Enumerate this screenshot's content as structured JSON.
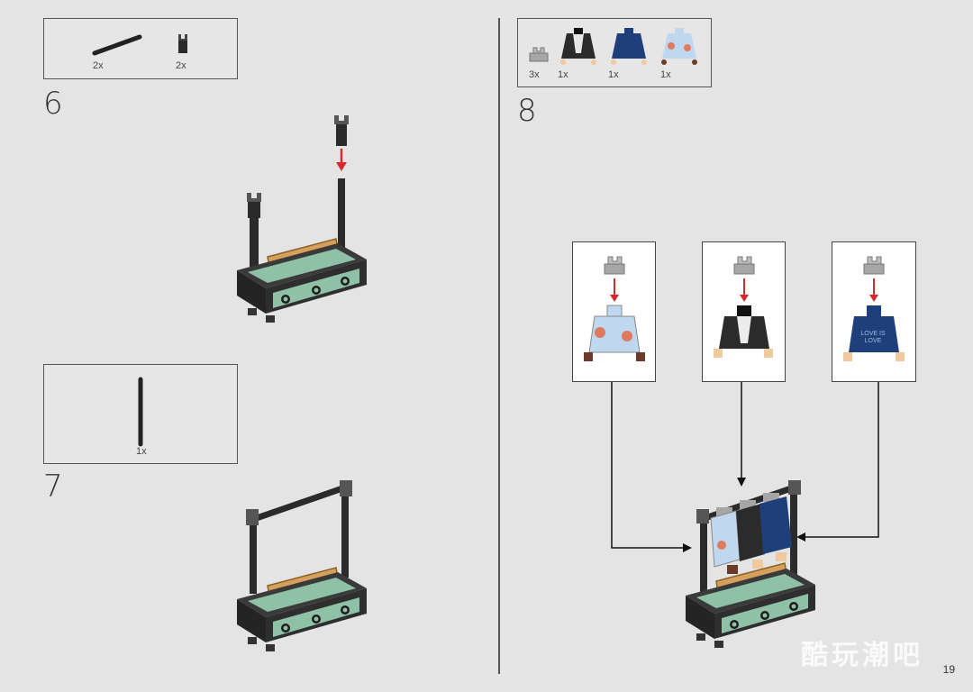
{
  "page": {
    "number": "19",
    "watermark": "酷玩潮吧"
  },
  "colors": {
    "background": "#e4e4e4",
    "black_brick": "#2e2e2e",
    "sand_green": "#8fc1a6",
    "tan": "#d4a05c",
    "gray_clip": "#a6a6a6",
    "arrow_red": "#d42a2a",
    "navy": "#1f3f7a",
    "light_blue": "#bfd7ef"
  },
  "step6": {
    "number": "6",
    "parts": [
      {
        "name": "black-bar",
        "qty": "2x"
      },
      {
        "name": "black-clip-bar-holder",
        "qty": "2x"
      }
    ]
  },
  "step7": {
    "number": "7",
    "parts": [
      {
        "name": "black-long-bar",
        "qty": "1x"
      }
    ]
  },
  "step8": {
    "number": "8",
    "parts": [
      {
        "name": "gray-hanger-clip",
        "qty": "3x"
      },
      {
        "name": "black-jacket-torso",
        "qty": "1x"
      },
      {
        "name": "navy-love-torso",
        "qty": "1x"
      },
      {
        "name": "floral-light-blue-torso",
        "qty": "1x"
      }
    ],
    "torso_text": "LOVE IS LOVE"
  }
}
